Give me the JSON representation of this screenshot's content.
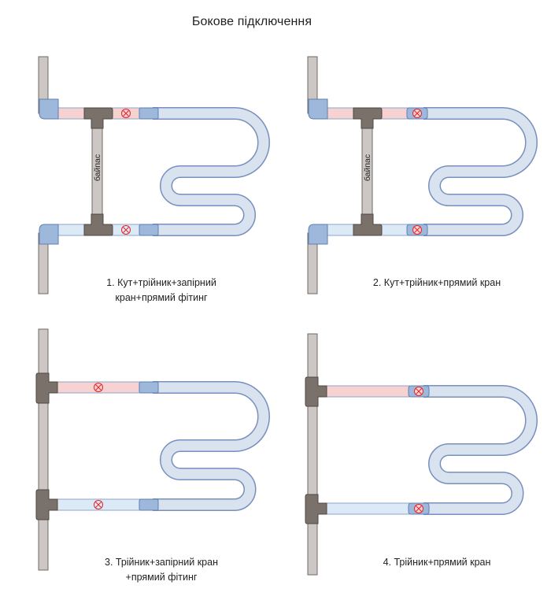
{
  "title": "Бокове підключення",
  "bypass_label": "байпас",
  "diagrams": [
    {
      "id": 1,
      "caption_lines": [
        "1. Кут+трійник+запірний",
        "кран+прямий фітинг"
      ]
    },
    {
      "id": 2,
      "caption_lines": [
        "2. Кут+трійник+прямий кран"
      ]
    },
    {
      "id": 3,
      "caption_lines": [
        "3. Трійник+запірний кран",
        "+прямий фітинг"
      ]
    },
    {
      "id": 4,
      "caption_lines": [
        "4. Трійник+прямий кран"
      ]
    }
  ],
  "colors": {
    "riser": "#ccc7c4",
    "riser_stroke": "#6f6a66",
    "fitting": "#7b716b",
    "fitting_stroke": "#4f4843",
    "hot_pipe": "#f7d2d3",
    "cold_pipe": "#dceaf7",
    "pipe_stroke": "#6b86b3",
    "coil": "#d9e3ef",
    "coil_stroke": "#6b86b3",
    "blue_fitting": "#9eb8dc",
    "valve_mark": "#e2262a"
  }
}
